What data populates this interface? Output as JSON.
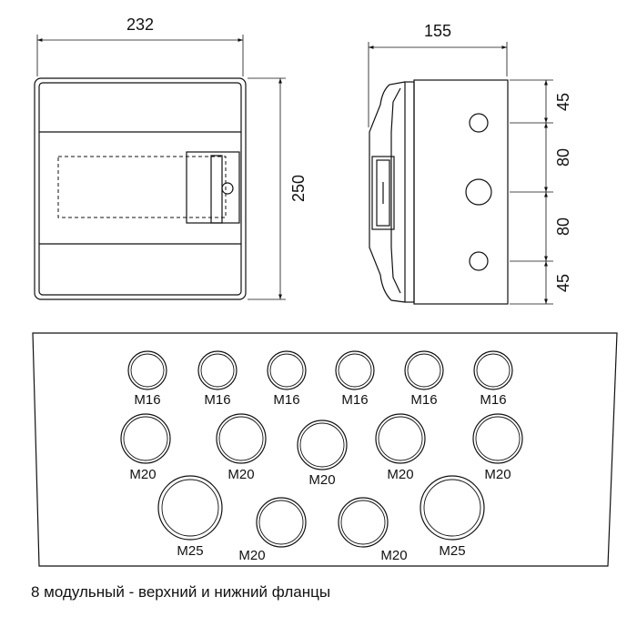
{
  "front_view": {
    "width_label": "232",
    "height_label": "250"
  },
  "side_view": {
    "depth_label": "155",
    "segments": [
      "45",
      "80",
      "80",
      "45"
    ]
  },
  "flange": {
    "holes": [
      {
        "label": "M16"
      },
      {
        "label": "M16"
      },
      {
        "label": "M16"
      },
      {
        "label": "M16"
      },
      {
        "label": "M16"
      },
      {
        "label": "M16"
      },
      {
        "label": "M20"
      },
      {
        "label": "M20"
      },
      {
        "label": "M20"
      },
      {
        "label": "M20"
      },
      {
        "label": "M20"
      },
      {
        "label": "M25"
      },
      {
        "label": "M20"
      },
      {
        "label": "M20"
      },
      {
        "label": "M25"
      }
    ]
  },
  "caption": "8 модульный - верхний и нижний фланцы"
}
